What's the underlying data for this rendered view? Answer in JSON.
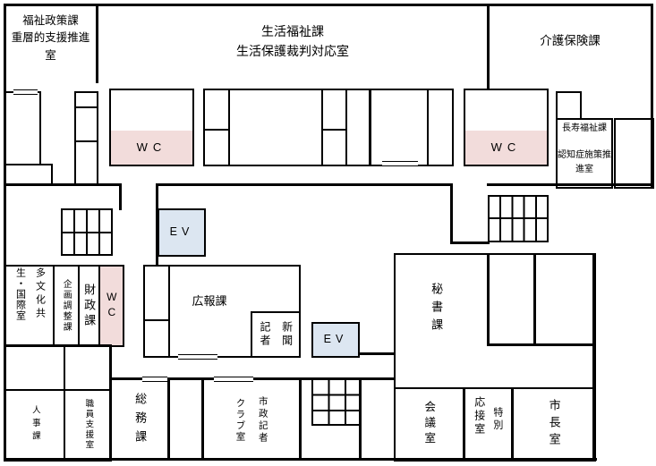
{
  "colors": {
    "wall": "#000000",
    "wc_fill": "#f2dcdb",
    "ev_fill": "#dce6f1",
    "background": "#ffffff"
  },
  "rooms": {
    "fukushi_seisaku": {
      "line1": "福祉政策課",
      "line2": "重層的支援推進室"
    },
    "seikatsu_fukushi": {
      "line1": "生活福祉課",
      "line2": "生活保護裁判対応室"
    },
    "kaigo_hoken": {
      "label": "介護保険課"
    },
    "wc_upper_left": {
      "label": "WC"
    },
    "wc_upper_right": {
      "label": "WC"
    },
    "choju_fukushi": {
      "line1": "長寿福祉課",
      "line2": "認知症施策推進室"
    },
    "ev_upper": {
      "label": "EV"
    },
    "ev_lower": {
      "label": "EV"
    },
    "tabunka": {
      "col_right": "多文化共",
      "col_left": "生・国際室"
    },
    "kikaku_chosei": {
      "label": "企画調整課"
    },
    "zaisei": {
      "label": "財政課"
    },
    "wc_vertical": {
      "label": "WC"
    },
    "koho": {
      "label": "広報課"
    },
    "shimbun_kisha": {
      "col_right": "新聞",
      "col_left": "記者"
    },
    "hisho": {
      "label": "秘書課"
    },
    "jinji": {
      "label": "人事課"
    },
    "shokuin_shien": {
      "label": "職員支援室"
    },
    "somu": {
      "label": "総務課"
    },
    "shisei_kisha_club": {
      "col_right": "市政記者",
      "col_left": "クラブ室"
    },
    "kaigi": {
      "label": "会議室"
    },
    "tokubetsu_osetsu": {
      "col_right": "特別",
      "col_left": "応接室"
    },
    "shicho": {
      "label": "市長室"
    }
  }
}
